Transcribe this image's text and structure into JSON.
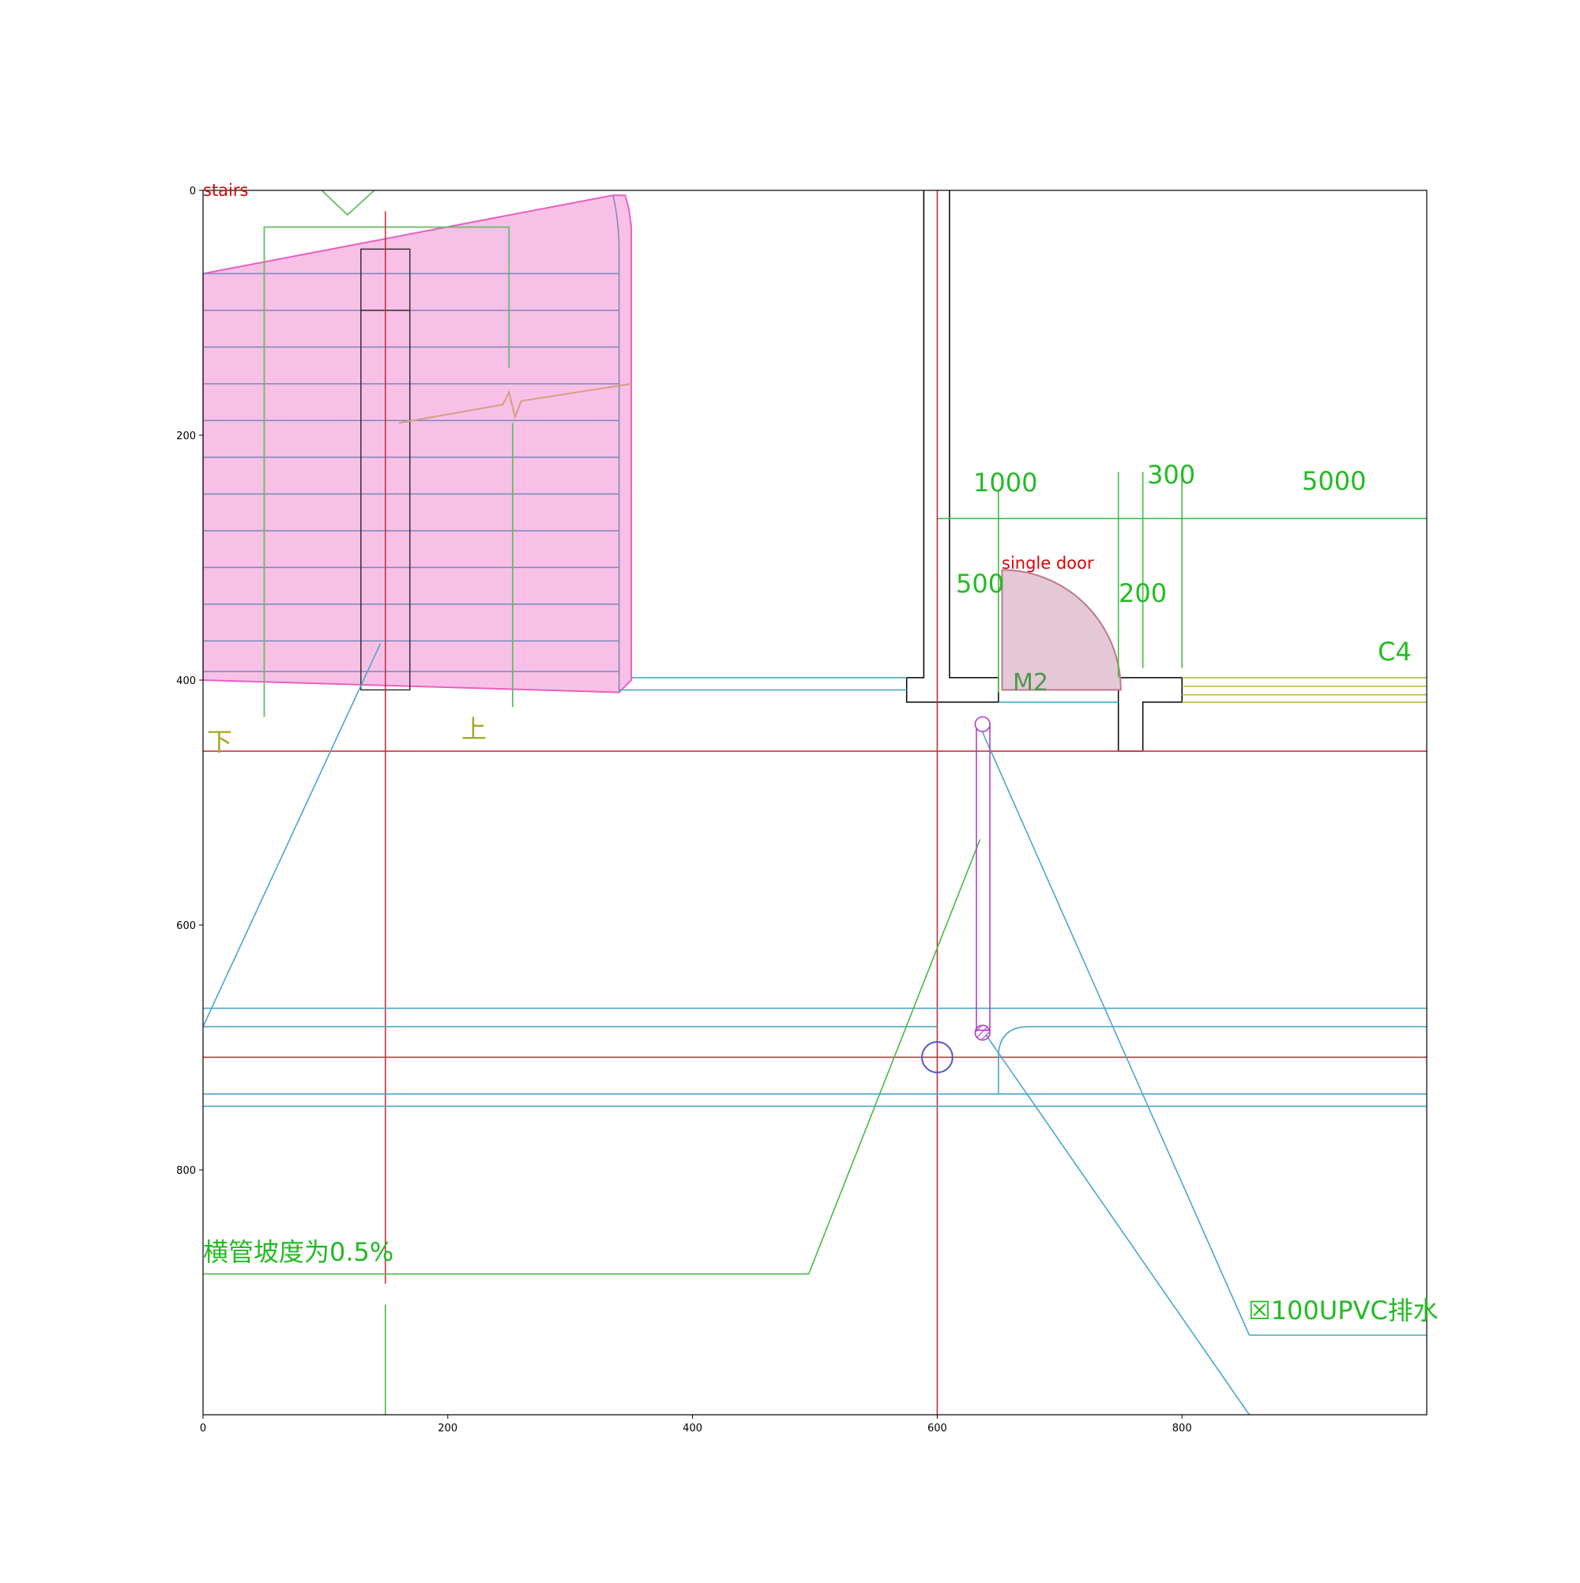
{
  "plot": {
    "xlim": [
      0,
      1000
    ],
    "ylim": [
      1000,
      0
    ],
    "x_ticks": [
      {
        "value": 0,
        "label": "0"
      },
      {
        "value": 200,
        "label": "200"
      },
      {
        "value": 400,
        "label": "400"
      },
      {
        "value": 600,
        "label": "600"
      },
      {
        "value": 800,
        "label": "800"
      }
    ],
    "y_ticks": [
      {
        "value": 0,
        "label": "0"
      },
      {
        "value": 200,
        "label": "200"
      },
      {
        "value": 400,
        "label": "400"
      },
      {
        "value": 600,
        "label": "600"
      },
      {
        "value": 800,
        "label": "800"
      }
    ]
  },
  "labels": {
    "stairs": "stairs",
    "single_door": "single door",
    "dim_1000": "1000",
    "dim_300": "300",
    "dim_5000": "5000",
    "dim_500": "500",
    "dim_200": "200",
    "window_c4": "C4",
    "door_m2": "M2",
    "down": "下",
    "up": "上",
    "slope_note": "横管坡度为0.5%",
    "pipe_note": "☒100UPVC排水"
  },
  "colors": {
    "stair_fill": "#f8c0e6",
    "stair_edge": "#e860c0",
    "door_fill": "#e4c8d6",
    "door_edge": "#c07890",
    "axis_red": "#c8323c",
    "pipe_blue": "#4aa8c8",
    "dim_green": "#44bb44",
    "wall_black": "#000000",
    "riser_purple": "#b040c8",
    "window_yellow": "#b8b840"
  }
}
